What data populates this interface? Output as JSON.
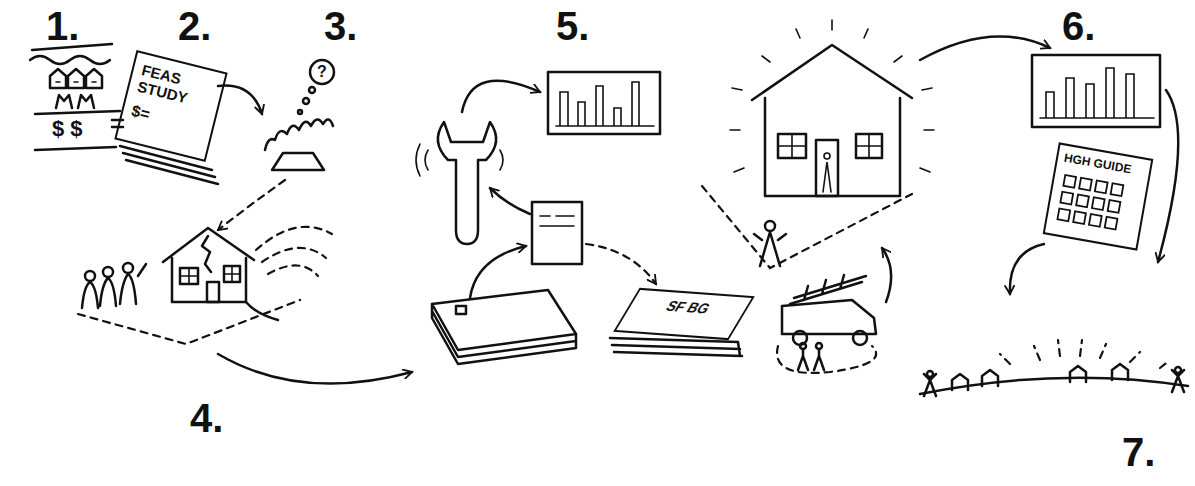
{
  "diagram": {
    "nodes": [
      {
        "text": [
          "FEAS STUDY",
          "$="
        ]
      },
      {
        "text": [
          "SF BG"
        ]
      },
      {
        "text": [
          "HGH GUIDE"
        ]
      }
    ],
    "labels": [
      "1.",
      "2.",
      "3.",
      "4.",
      "5.",
      "6.",
      "7.",
      "$ $",
      "?"
    ]
  }
}
